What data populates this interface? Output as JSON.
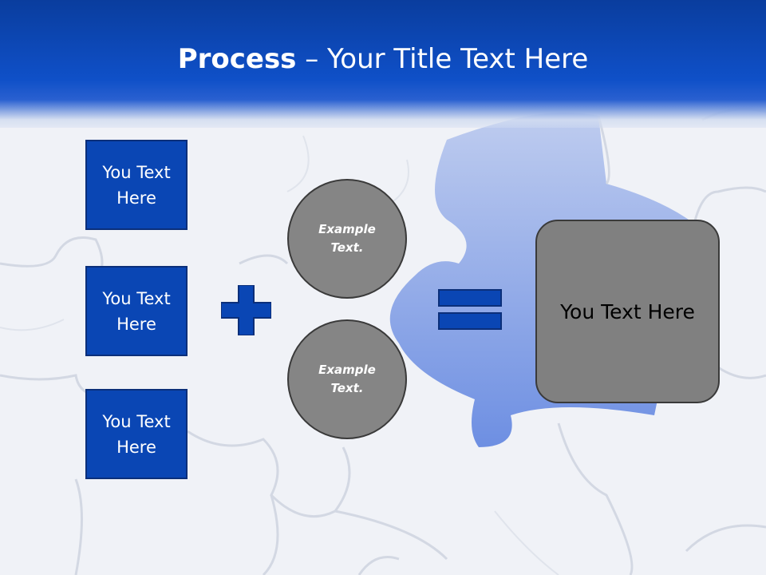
{
  "slide": {
    "title_bold": "Process",
    "title_rest": " – Your Title Text Here"
  },
  "boxes": [
    {
      "label": "You Text Here"
    },
    {
      "label": "You Text Here"
    },
    {
      "label": "You Text Here"
    }
  ],
  "circles": [
    {
      "label": "Example Text."
    },
    {
      "label": "Example Text."
    }
  ],
  "result": {
    "label": "You Text Here"
  },
  "colors": {
    "header_blue": "#0f50c8",
    "box_blue": "#0a46b4",
    "circle_gray": "#858585",
    "result_gray": "#808080"
  },
  "icons": {
    "operator_1": "plus-icon",
    "operator_2": "equals-icon",
    "background": "puzzle-pieces"
  }
}
